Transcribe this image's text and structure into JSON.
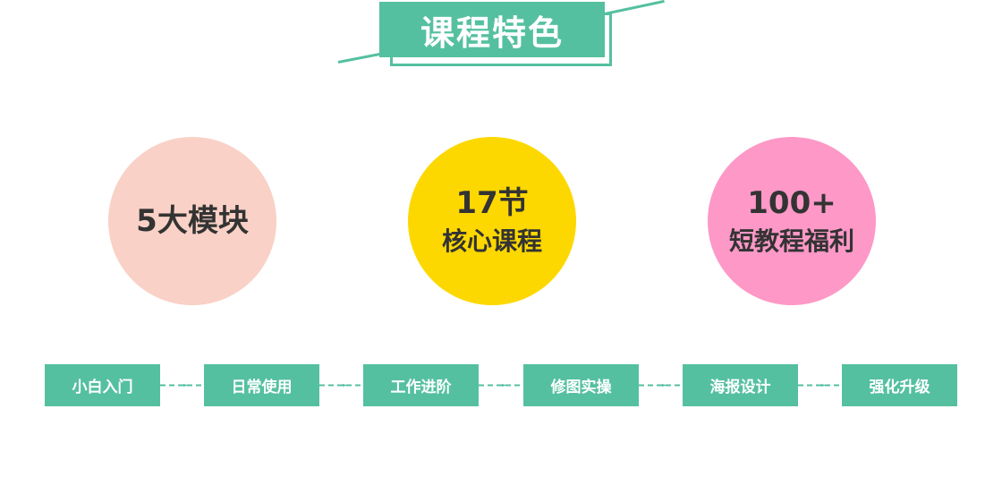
{
  "colors": {
    "accent": "#55c0a0",
    "circle1": "#f9d1c6",
    "circle2": "#fdd800",
    "circle3": "#fd98c7",
    "text_dark": "#333333"
  },
  "header": {
    "title": "课程特色"
  },
  "features": {
    "modules": {
      "text": "5大模块"
    },
    "core": {
      "line1": "17节",
      "line2": "核心课程"
    },
    "bonus": {
      "line1": "100+",
      "line2": "短教程福利"
    }
  },
  "steps": [
    {
      "label": "小白入门"
    },
    {
      "label": "日常使用"
    },
    {
      "label": "工作进阶"
    },
    {
      "label": "修图实操"
    },
    {
      "label": "海报设计"
    },
    {
      "label": "强化升级"
    }
  ]
}
